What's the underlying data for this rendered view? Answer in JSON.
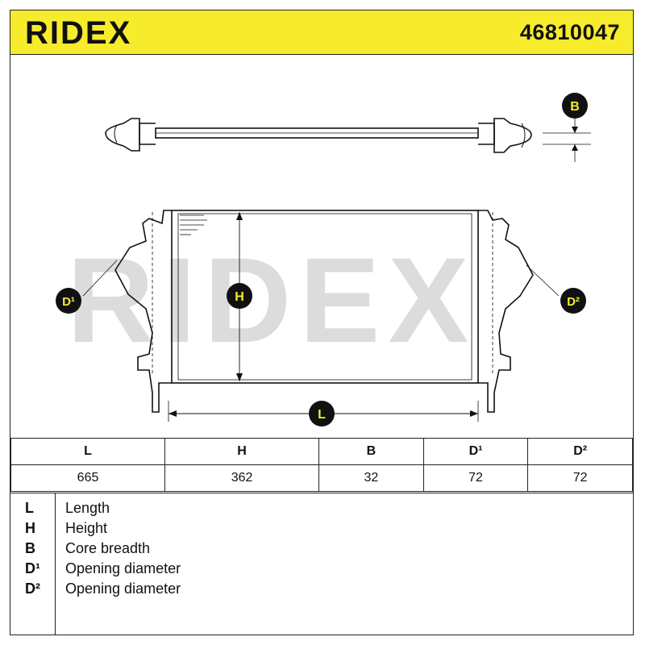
{
  "header": {
    "brand": "RIDEX",
    "part_number": "46810047"
  },
  "diagram": {
    "watermark": "RIDEX",
    "labels": {
      "B": "B",
      "H": "H",
      "L": "L",
      "D1": "D¹",
      "D2": "D²"
    }
  },
  "dimensions": {
    "headers": [
      "L",
      "H",
      "B",
      "D¹",
      "D²"
    ],
    "values": [
      "665",
      "362",
      "32",
      "72",
      "72"
    ]
  },
  "legend": [
    {
      "key": "L",
      "label": "Length"
    },
    {
      "key": "H",
      "label": "Height"
    },
    {
      "key": "B",
      "label": "Core breadth"
    },
    {
      "key": "D¹",
      "label": "Opening diameter"
    },
    {
      "key": "D²",
      "label": "Opening diameter"
    }
  ],
  "colors": {
    "header_bg": "#f7ec2c",
    "ink": "#111111",
    "watermark": "#dcdcdc"
  }
}
